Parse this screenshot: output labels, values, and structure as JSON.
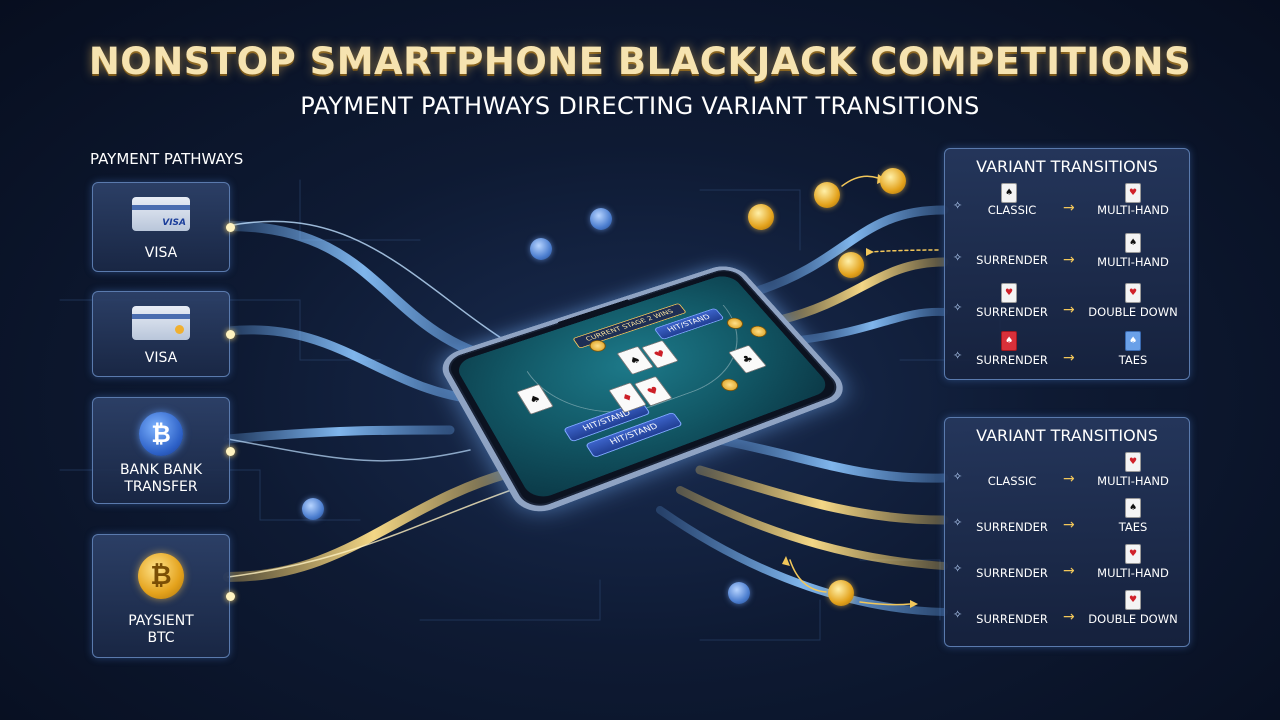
{
  "header": {
    "title": "NONSTOP SMARTPHONE BLACKJACK COMPETITIONS",
    "subtitle": "PAYMENT PATHWAYS DIRECTING VARIANT TRANSITIONS"
  },
  "payment_section": {
    "label": "PAYMENT PATHWAYS",
    "items": [
      {
        "label": "VISA",
        "icon": "credit-card-icon",
        "brand": "VISA"
      },
      {
        "label": "VISA",
        "icon": "credit-card-icon"
      },
      {
        "label_line1": "BANK BANK",
        "label_line2": "TRANSFER",
        "icon": "bank-coin-icon",
        "glyph": "₿"
      },
      {
        "label_line1": "PAYSIENT",
        "label_line2": "BTC",
        "icon": "bitcoin-icon",
        "glyph": "₿"
      }
    ]
  },
  "variant_panels": [
    {
      "title": "VARIANT TRANSITIONS",
      "rows": [
        {
          "from": "CLASSIC",
          "to": "MULTI-HAND"
        },
        {
          "from": "SURRENDER",
          "to": "MULTI-HAND"
        },
        {
          "from": "SURRENDER",
          "to": "DOUBLE DOWN"
        },
        {
          "from": "SURRENDER",
          "to": "TAES"
        }
      ]
    },
    {
      "title": "VARIANT TRANSITIONS",
      "rows": [
        {
          "from": "CLASSIC",
          "to": "MULTI-HAND"
        },
        {
          "from": "SURRENDER",
          "to": "TAES"
        },
        {
          "from": "SURRENDER",
          "to": "MULTI-HAND"
        },
        {
          "from": "SURRENDER",
          "to": "DOUBLE DOWN"
        }
      ]
    }
  ],
  "phone": {
    "banner": "CURRENT STAGE 2 WINS",
    "buttons": [
      "HIT/STAND",
      "HIT/STAND",
      "HIT/STAND"
    ]
  },
  "colors": {
    "flow_blue": "#6fb2ff",
    "flow_gold": "#f2c75a",
    "title_gold": "#f6e3b0"
  }
}
